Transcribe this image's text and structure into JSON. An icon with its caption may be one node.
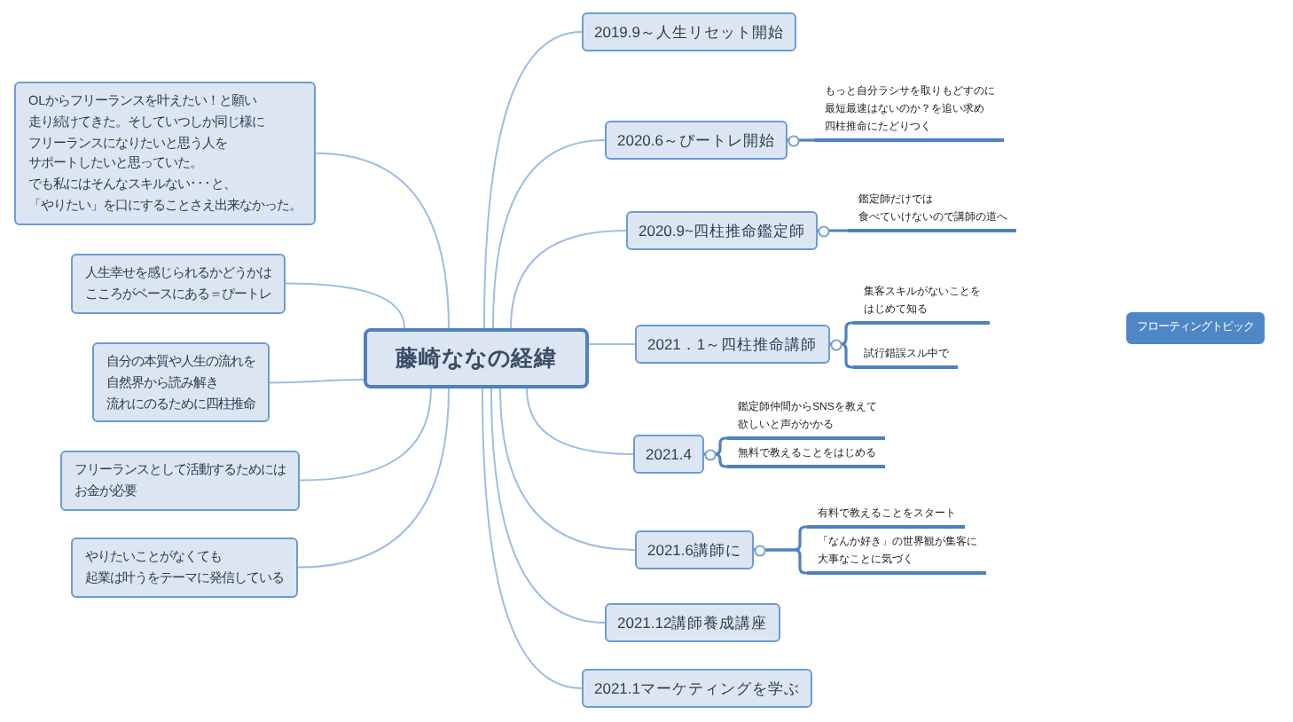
{
  "diagram": {
    "nodes": [
      {
        "text": [
          "藤崎ななの経緯"
        ]
      },
      {
        "text": [
          "OLからフリーランスを叶えたい！と願い走り続けてきた。そしていつしか同じ様にフリーランスになりたいと思う人をサポートしたいと思っていた。でも私にはそんなスキルない･･･と、「やりたい」を口にすることさえ出来なかった。"
        ]
      },
      {
        "text": [
          "人生幸せを感じられるかどうかはこころがベースにある＝ぴートレ"
        ]
      },
      {
        "text": [
          "自分の本質や人生の流れを自然界から読み解き流れにのるために四柱推命"
        ]
      },
      {
        "text": [
          "フリーランスとして活動するためにはお金が必要"
        ]
      },
      {
        "text": [
          "やりたいことがなくても起業は叶うをテーマに発信している"
        ]
      },
      {
        "text": [
          "2019.9～人生リセット開始"
        ]
      },
      {
        "text": [
          "2020.6～ぴートレ開始"
        ]
      },
      {
        "text": [
          "2020.9~四柱推命鑑定師"
        ]
      },
      {
        "text": [
          "2021．1～四柱推命講師"
        ]
      },
      {
        "text": [
          "2021.4"
        ]
      },
      {
        "text": [
          "2021.6講師に"
        ]
      },
      {
        "text": [
          "2021.12講師養成講座"
        ]
      },
      {
        "text": [
          "2021.1マーケティングを学ぶ"
        ]
      },
      {
        "text": [
          "もっと自分ラシサを取りもどすのに最短最速はないのか？を追い求め四柱推命にたどりつく"
        ]
      },
      {
        "text": [
          "鑑定師だけでは食べていけないので講師の道へ"
        ]
      },
      {
        "text": [
          "集客スキルがないことをはじめて知る"
        ]
      },
      {
        "text": [
          "試行錯誤スル中で"
        ]
      },
      {
        "text": [
          "鑑定師仲間からSNSを教えて欲しいと声がかかる"
        ]
      },
      {
        "text": [
          "無料で教えることをはじめる"
        ]
      },
      {
        "text": [
          "有料で教えることをスタート"
        ]
      },
      {
        "text": [
          "「なんか好き」の世界観が集客に大事なことに気づく"
        ]
      },
      {
        "text": [
          "フローティングトピック"
        ]
      }
    ],
    "edges": [
      {
        "from": 0,
        "to": 1,
        "arrow": "none"
      },
      {
        "from": 0,
        "to": 2,
        "arrow": "none"
      },
      {
        "from": 0,
        "to": 3,
        "arrow": "none"
      },
      {
        "from": 0,
        "to": 4,
        "arrow": "none"
      },
      {
        "from": 0,
        "to": 5,
        "arrow": "none"
      },
      {
        "from": 0,
        "to": 6,
        "arrow": "none"
      },
      {
        "from": 0,
        "to": 7,
        "arrow": "none"
      },
      {
        "from": 0,
        "to": 8,
        "arrow": "none"
      },
      {
        "from": 0,
        "to": 9,
        "arrow": "none"
      },
      {
        "from": 0,
        "to": 10,
        "arrow": "none"
      },
      {
        "from": 0,
        "to": 11,
        "arrow": "none"
      },
      {
        "from": 0,
        "to": 12,
        "arrow": "none"
      },
      {
        "from": 0,
        "to": 13,
        "arrow": "none"
      },
      {
        "from": 7,
        "to": 14,
        "arrow": "none"
      },
      {
        "from": 8,
        "to": 15,
        "arrow": "none"
      },
      {
        "from": 9,
        "to": 16,
        "arrow": "none"
      },
      {
        "from": 9,
        "to": 17,
        "arrow": "none"
      },
      {
        "from": 10,
        "to": 18,
        "arrow": "none"
      },
      {
        "from": 10,
        "to": 19,
        "arrow": "none"
      },
      {
        "from": 11,
        "to": 20,
        "arrow": "none"
      },
      {
        "from": 11,
        "to": 21,
        "arrow": "none"
      }
    ]
  }
}
